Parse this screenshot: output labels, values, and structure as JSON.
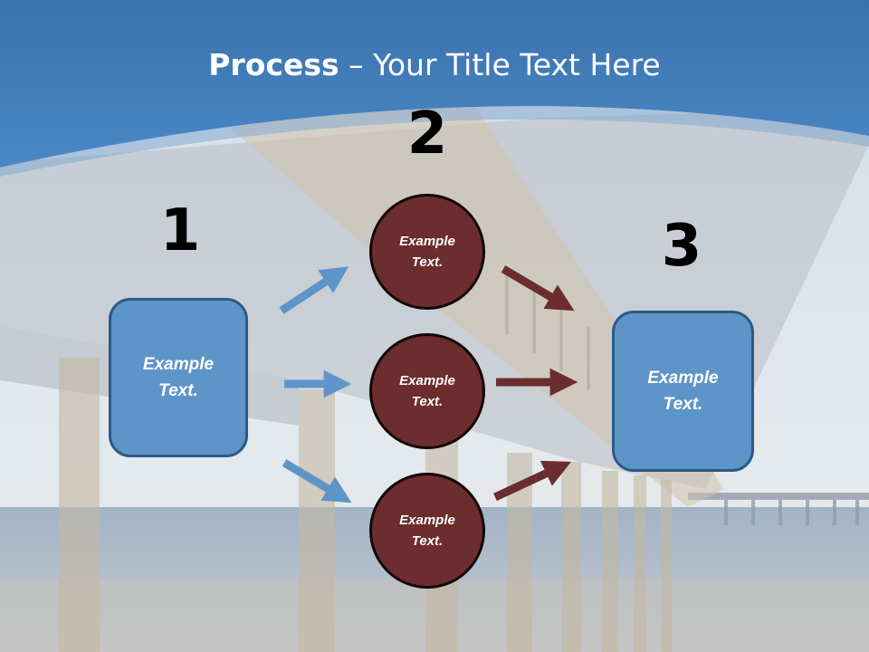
{
  "title": {
    "bold": "Process",
    "rest": " – Your Title Text Here"
  },
  "steps": [
    {
      "number": "1",
      "text": "Example\nText."
    },
    {
      "number": "2",
      "items": [
        "Example\nText.",
        "Example\nText.",
        "Example\nText."
      ]
    },
    {
      "number": "3",
      "text": "Example\nText."
    }
  ],
  "colors": {
    "header": "#3f7cbb",
    "box": "#5e95c8",
    "circle": "#6b2d2e",
    "arrow_blue": "#5e95c8",
    "arrow_red": "#6b2d2e"
  }
}
